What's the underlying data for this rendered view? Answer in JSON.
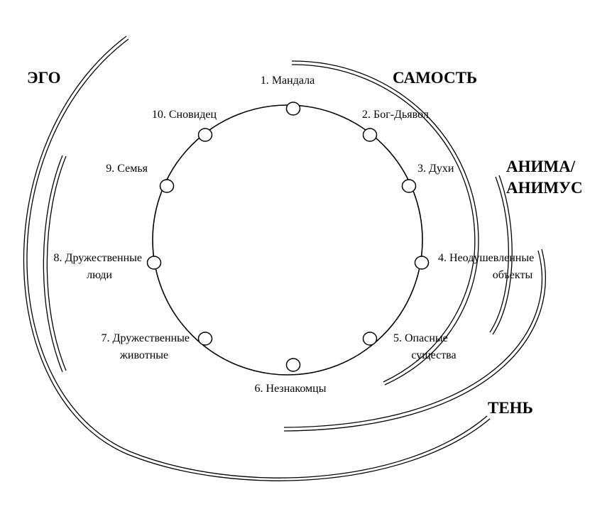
{
  "colors": {
    "stroke": "#000000",
    "background": "#ffffff",
    "text": "#000000"
  },
  "nodes": [
    {
      "lines": [
        "1. Мандала"
      ]
    },
    {
      "lines": [
        "2. Бог-Дьявол"
      ]
    },
    {
      "lines": [
        "3. Духи"
      ]
    },
    {
      "lines": [
        "4. Неодушевленные",
        "объекты"
      ]
    },
    {
      "lines": [
        "5. Опасные",
        "существа"
      ]
    },
    {
      "lines": [
        "6. Незнакомцы"
      ]
    },
    {
      "lines": [
        "7. Дружественные",
        "животные"
      ]
    },
    {
      "lines": [
        "8. Дружественные",
        "люди"
      ]
    },
    {
      "lines": [
        "9.  Семья"
      ]
    },
    {
      "lines": [
        "10. Сновидец"
      ]
    }
  ],
  "arcs": [
    {
      "lines": [
        "ЭГО"
      ]
    },
    {
      "lines": [
        "САМОСТЬ"
      ]
    },
    {
      "lines": [
        "АНИМА/",
        "АНИМУС"
      ]
    },
    {
      "lines": [
        "ТЕНЬ"
      ]
    }
  ]
}
